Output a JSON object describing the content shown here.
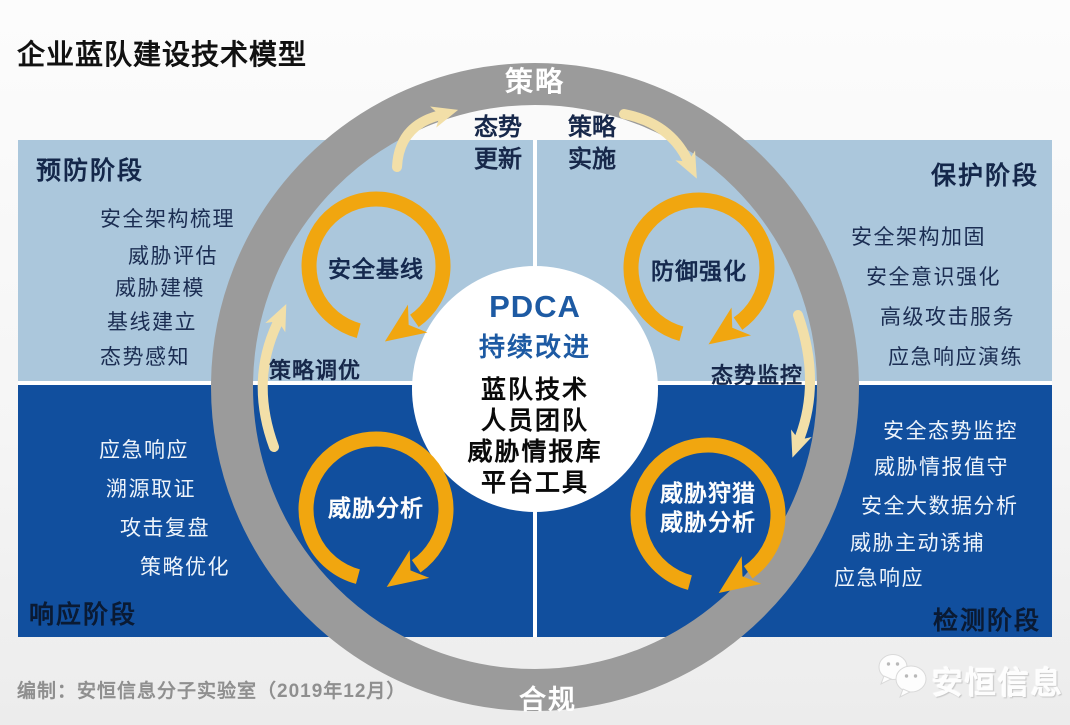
{
  "title": "企业蓝队建设技术模型",
  "ring": {
    "top_label": "策略",
    "bottom_label": "合规"
  },
  "center": {
    "pdca": "PDCA",
    "subtitle": "持续改进",
    "items": [
      "蓝队技术",
      "人员团队",
      "威胁情报库",
      "平台工具"
    ]
  },
  "quadrants": {
    "prevention": {
      "label": "预防阶段",
      "items": [
        "安全架构梳理",
        "威胁评估",
        "威胁建模",
        "基线建立",
        "态势感知"
      ]
    },
    "protection": {
      "label": "保护阶段",
      "items": [
        "安全架构加固",
        "安全意识强化",
        "高级攻击服务",
        "应急响应演练"
      ]
    },
    "response": {
      "label": "响应阶段",
      "items": [
        "应急响应",
        "溯源取证",
        "攻击复盘",
        "策略优化"
      ]
    },
    "detection": {
      "label": "检测阶段",
      "items": [
        "安全态势监控",
        "威胁情报值守",
        "安全大数据分析",
        "威胁主动诱捕",
        "应急响应"
      ]
    }
  },
  "cycles": {
    "baseline": {
      "label": "安全基线"
    },
    "hardening": {
      "label": "防御强化"
    },
    "analysis": {
      "label": "威胁分析"
    },
    "hunting": {
      "label": "威胁狩猎\n威胁分析"
    }
  },
  "flows": {
    "situation_update": "态势\n更新",
    "strategy_implement": "策略\n实施",
    "strategy_tuning": "策略调优",
    "situation_monitoring": "态势监控"
  },
  "footer": {
    "credit": "编制：安恒信息分子实验室（2019年12月）",
    "watermark": "安恒信息"
  },
  "colors": {
    "light_quadrant": "#abc7dc",
    "dark_quadrant": "#114f9e",
    "ring_gray": "#9b9b9b",
    "cycle_orange": "#f1a60f",
    "flow_yellow": "#f2dfa8",
    "accent_blue": "#1d5aa3",
    "navy_text": "#1b2d52"
  }
}
